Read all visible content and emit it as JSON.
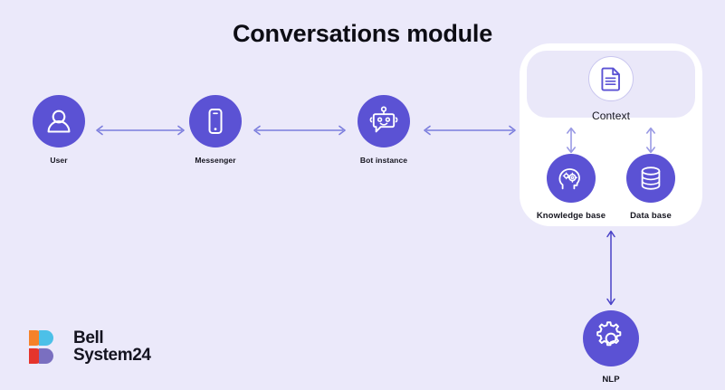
{
  "page": {
    "title": "Conversations module",
    "background_color": "#ebe9fa",
    "accent_color": "#5b52d4",
    "arrow_color": "#7b7ddd",
    "title_color": "#0d0d14"
  },
  "flow": {
    "nodes": [
      {
        "label": "User",
        "icon": "user-icon"
      },
      {
        "label": "Messenger",
        "icon": "smartphone-icon"
      },
      {
        "label": "Bot instance",
        "icon": "robot-chat-icon"
      }
    ],
    "connectors": [
      {
        "name": "user-to-messenger",
        "type": "double-arrow-horizontal"
      },
      {
        "name": "messenger-to-bot",
        "type": "double-arrow-horizontal"
      },
      {
        "name": "bot-to-context-panel",
        "type": "double-arrow-horizontal"
      }
    ]
  },
  "panel": {
    "context": {
      "label": "Context",
      "icon": "document-icon"
    },
    "sources": [
      {
        "label": "Knowledge base",
        "icon": "brain-gears-icon"
      },
      {
        "label": "Data base",
        "icon": "database-icon"
      }
    ],
    "connectors": [
      {
        "name": "context-to-knowledge-base",
        "type": "double-arrow-vertical"
      },
      {
        "name": "context-to-data-base",
        "type": "double-arrow-vertical"
      }
    ]
  },
  "nlp": {
    "label": "NLP",
    "icon": "gear-icon",
    "connector": {
      "name": "panel-to-nlp",
      "type": "double-arrow-vertical"
    }
  },
  "logo": {
    "line1": "Bell",
    "line2": "System24",
    "colors": {
      "top_left": "#f5822a",
      "top_right": "#4cc0e8",
      "bottom_left": "#e5342c",
      "bottom_right": "#7a6fc0"
    }
  }
}
